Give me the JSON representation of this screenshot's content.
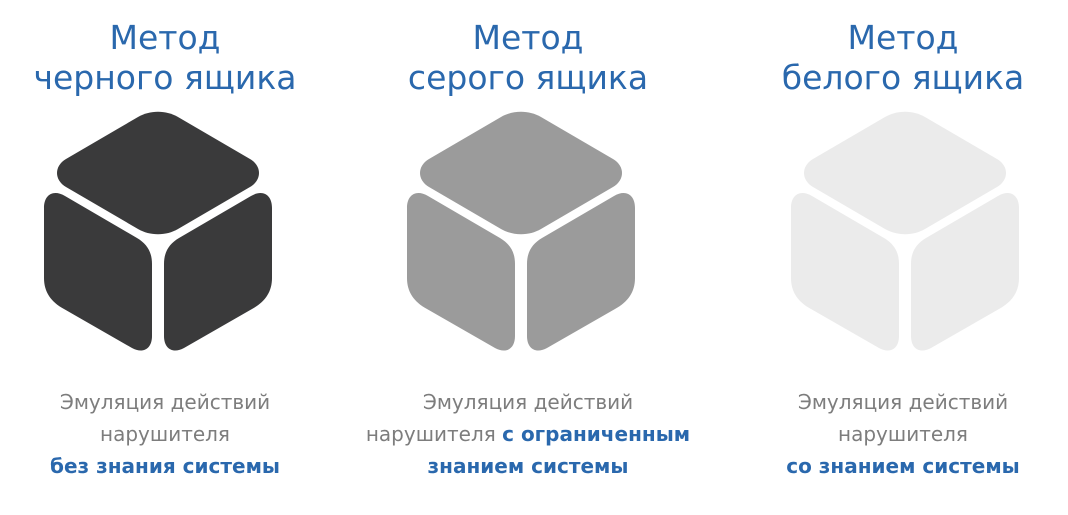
{
  "columns": [
    {
      "title_line1": "Метод",
      "title_line2": "черного ящика",
      "desc_line1": "Эмуляция действий",
      "desc_line2_plain": "нарушителя",
      "desc_line2_highlight": "",
      "desc_line3_highlight": "без знания системы",
      "cube_color": "#3a3a3b"
    },
    {
      "title_line1": "Метод",
      "title_line2": "серого ящика",
      "desc_line1": "Эмуляция действий",
      "desc_line2_plain": "нарушителя ",
      "desc_line2_highlight": "с ограниченным",
      "desc_line3_highlight": "знанием системы",
      "cube_color": "#9b9b9b"
    },
    {
      "title_line1": "Метод",
      "title_line2": "белого ящика",
      "desc_line1": "Эмуляция действий",
      "desc_line2_plain": "нарушителя",
      "desc_line2_highlight": "",
      "desc_line3_highlight": "со знанием системы",
      "cube_color": "#ebebeb"
    }
  ],
  "colors": {
    "title": "#2a68ad",
    "highlight": "#2a68ad",
    "description": "#7d7d7d",
    "background": "#ffffff"
  }
}
